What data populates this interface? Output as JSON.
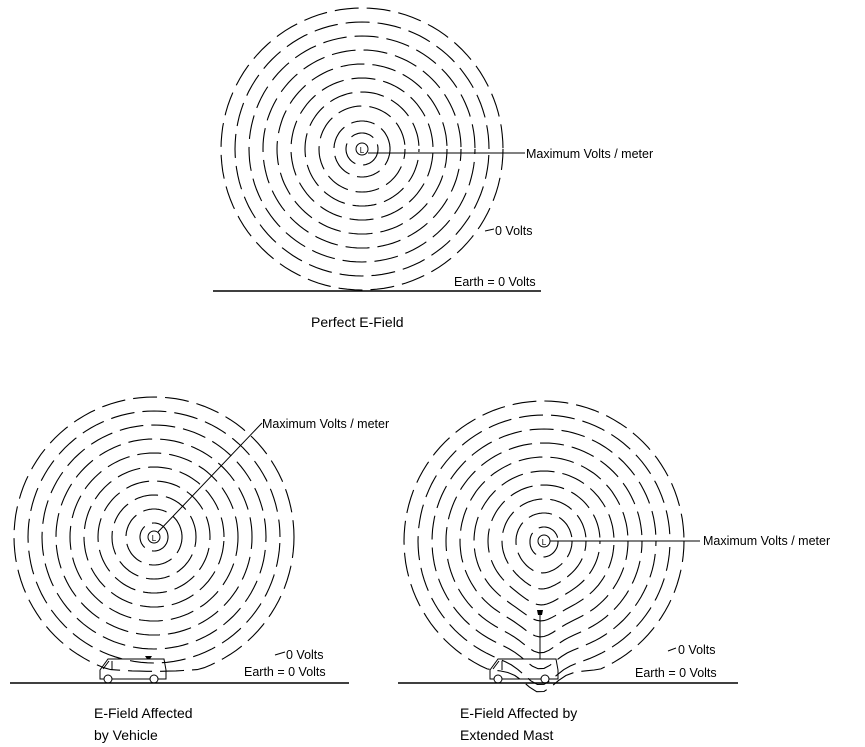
{
  "diagrams": [
    {
      "caption": "Perfect E-Field",
      "max_label": "Maximum Volts / meter",
      "zero_label": "0 Volts",
      "earth_label": "Earth = 0 Volts",
      "source_glyph": "L",
      "obstruction": "none"
    },
    {
      "caption_line1": "E-Field Affected",
      "caption_line2": "by Vehicle",
      "max_label": "Maximum Volts / meter",
      "zero_label": "0 Volts",
      "earth_label": "Earth = 0 Volts",
      "source_glyph": "L",
      "obstruction": "vehicle"
    },
    {
      "caption_line1": "E-Field Affected by",
      "caption_line2": "Extended Mast",
      "max_label": "Maximum Volts / meter",
      "zero_label": "0 Volts",
      "earth_label": "Earth = 0 Volts",
      "source_glyph": "L",
      "obstruction": "vehicle-with-extended-mast"
    }
  ]
}
